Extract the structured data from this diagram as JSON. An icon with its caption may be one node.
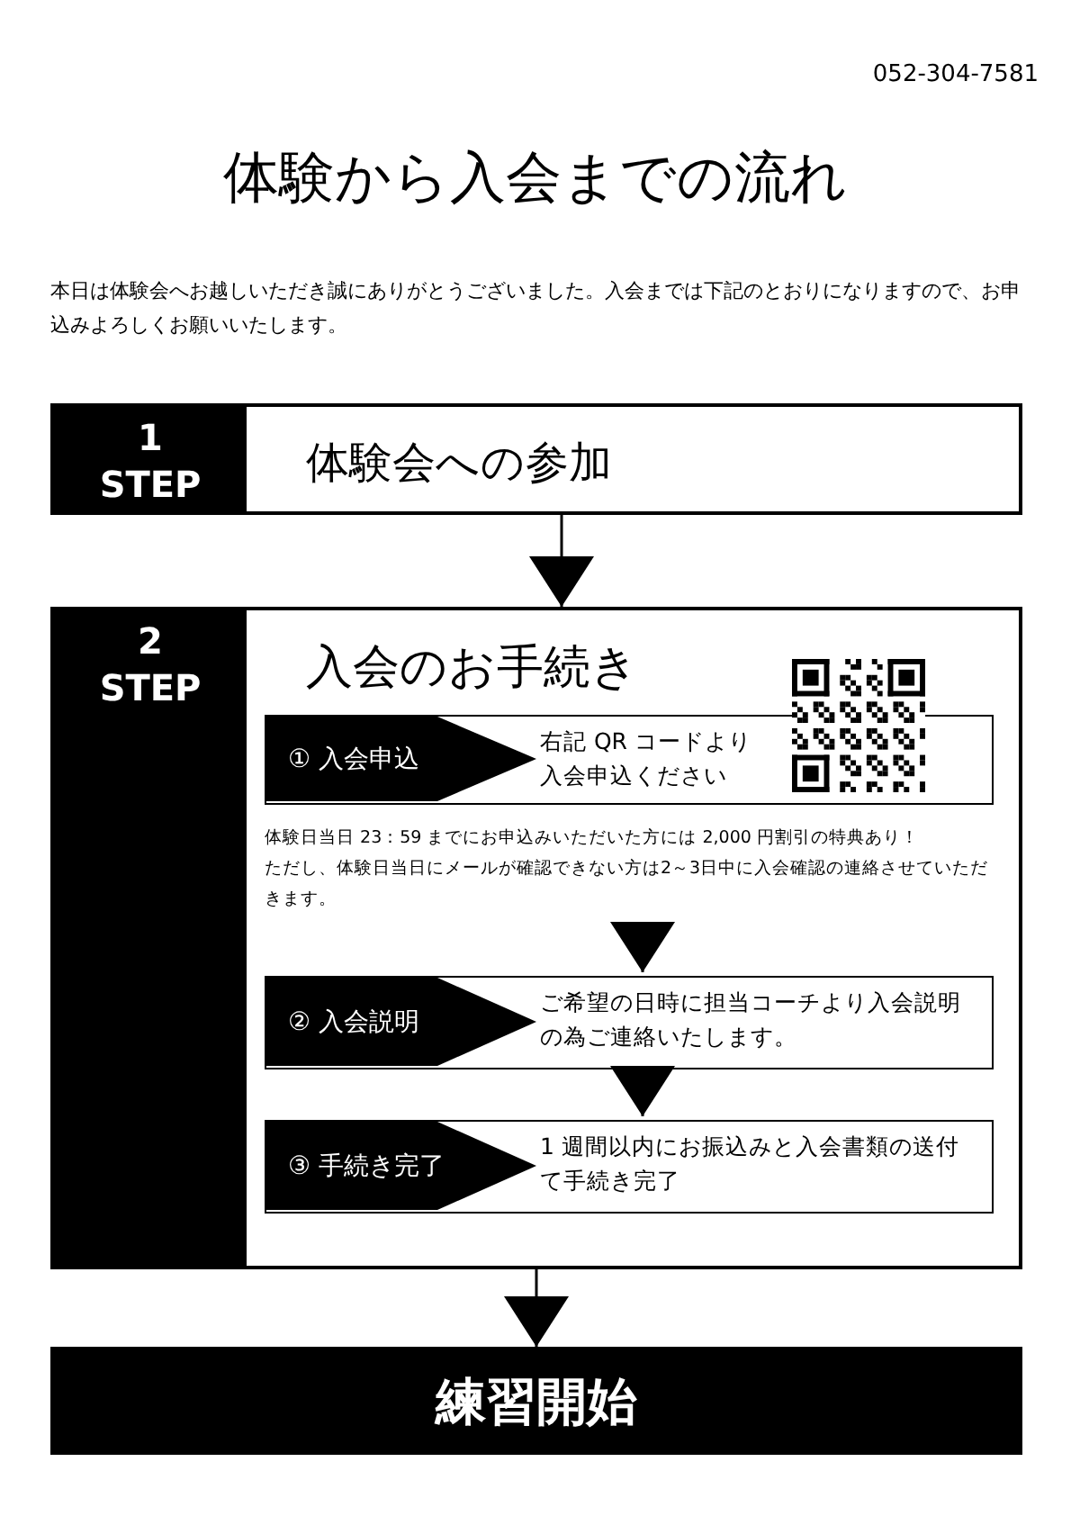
{
  "diagram": {
    "title": "体験から入会までの流れ",
    "nodes": [
      {
        "text": [
          "1 STEP",
          "体験会への参加"
        ]
      },
      {
        "text": [
          "2 STEP",
          "入会のお手続き"
        ]
      },
      {
        "text": [
          "① 入会申込",
          "右記 QR コードより入会申込ください"
        ],
        "in": 1,
        "beside": [
          "体験日当日 23：59 までにお申込みいただいた方には 2,000 円割引の特典あり！",
          "ただし、体験日当日にメールが確認できない方は2～3日中に入会確認の連絡させていただきます。"
        ]
      },
      {
        "text": [
          "② 入会説明",
          "ご希望の日時に担当コーチより入会説明の為ご連絡いたします。"
        ],
        "in": 1
      },
      {
        "text": [
          "③ 手続き完了",
          "1 週間以内にお振込みと入会書類の送付て手続き完了"
        ],
        "in": 1
      },
      {
        "text": [
          "練習開始"
        ]
      }
    ],
    "edges": [
      {
        "from": 0,
        "to": 1,
        "arrow": "to"
      },
      {
        "from": 2,
        "to": 3,
        "arrow": "to"
      },
      {
        "from": 3,
        "to": 4,
        "arrow": "to"
      },
      {
        "from": 1,
        "to": 5,
        "arrow": "to"
      }
    ],
    "labels": [
      "052-304-7581",
      "本日は体験会へお越しいただき誠にありがとうございました。入会までは下記のとおりになりますので、お申込みよろしくお願いいたします。"
    ]
  }
}
